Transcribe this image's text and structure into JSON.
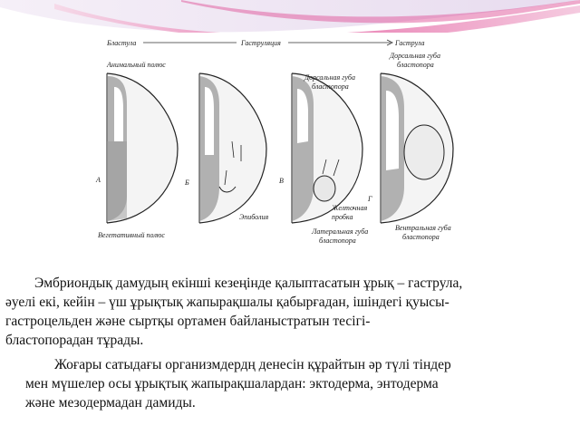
{
  "figure": {
    "labels": {
      "blastula": "Бластула",
      "gastrulation": "Гаструляция",
      "gastrula": "Гаструла",
      "animal_pole": "Анимальный полюс",
      "vegetative_pole": "Вегетативный полюс",
      "dorsal_lip_b": "Дорсальная губа",
      "dorsal_lip_b2": "бластопора",
      "dorsal_lip_g": "Дорсальная губа",
      "dorsal_lip_g2": "бластопора",
      "epiboly": "Эпиболия",
      "yolk_plug": "Желточная",
      "yolk_plug2": "пробка",
      "lateral_lip": "Латеральная губа",
      "lateral_lip2": "бластопора",
      "ventral_lip": "Вентральная губа",
      "ventral_lip2": "бластопора",
      "stage_a": "А",
      "stage_b": "Б",
      "stage_v": "В",
      "stage_g": "Г"
    }
  },
  "text": {
    "paragraph1_lines": [
      "Эмбриондық дамудың екінші кезеңінде қалыптасатын ұрық – гаструла,",
      "әуелі екі, кейін – үш ұрықтық жапырақшалы қабырғадан, ішіндегі қуысы-",
      "гастроцельден және сыртқы ортамен байланыстратын тесігі-",
      "бластопорадан тұрады."
    ],
    "paragraph2_lines": [
      "Жоғары сатыдағы организмдердң денесін құрайтын әр түлі тіндер",
      "мен мүшелер осы ұрықтық жапырақшалардан: эктодерма, энтодерма",
      "және мезодермадан дамиды."
    ]
  },
  "colors": {
    "ribbon_pink": "#e0559a",
    "ribbon_light": "#f4b8d6",
    "ribbon_lilac": "#d9c7e6"
  }
}
